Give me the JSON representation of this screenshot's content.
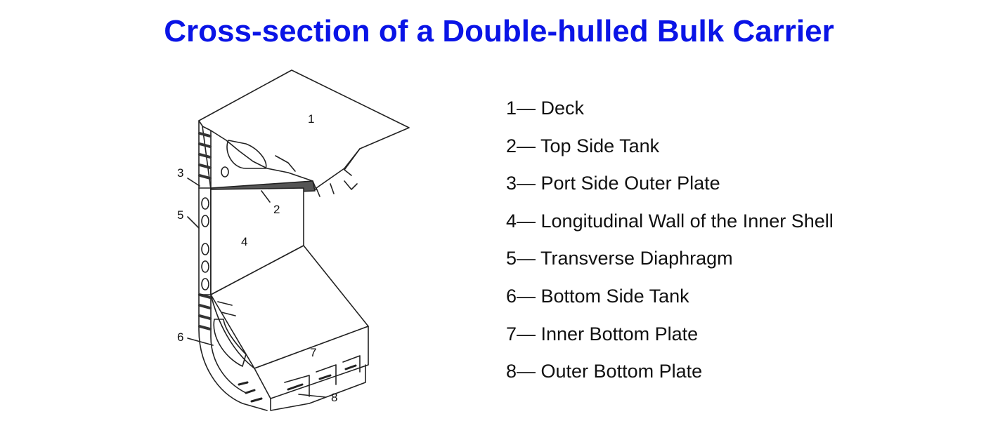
{
  "title": "Cross-section of a Double-hulled Bulk Carrier",
  "colors": {
    "title": "#0a14e6",
    "text": "#111111",
    "line": "#222222"
  },
  "diagram": {
    "callouts": [
      {
        "id": "1",
        "text": "1"
      },
      {
        "id": "2",
        "text": "2"
      },
      {
        "id": "3",
        "text": "3"
      },
      {
        "id": "4",
        "text": "4"
      },
      {
        "id": "5",
        "text": "5"
      },
      {
        "id": "6",
        "text": "6"
      },
      {
        "id": "7",
        "text": "7"
      },
      {
        "id": "8",
        "text": "8"
      }
    ]
  },
  "legend": [
    {
      "text": "1— Deck"
    },
    {
      "text": "2— Top Side Tank"
    },
    {
      "text": "3— Port Side Outer Plate"
    },
    {
      "text": "4— Longitudinal Wall of the Inner Shell"
    },
    {
      "text": "5— Transverse Diaphragm"
    },
    {
      "text": "6— Bottom Side Tank"
    },
    {
      "text": "7— Inner Bottom Plate"
    },
    {
      "text": "8— Outer Bottom Plate"
    }
  ]
}
